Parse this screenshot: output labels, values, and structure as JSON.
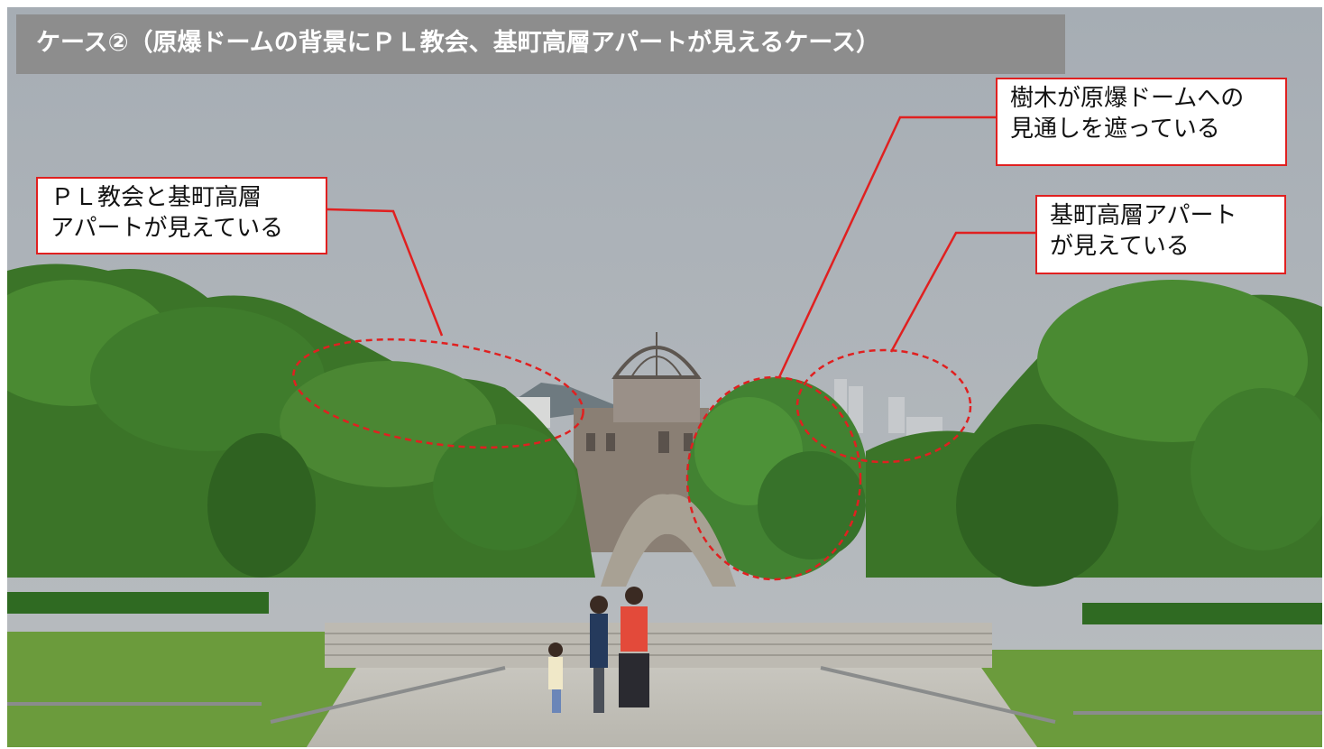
{
  "title": "ケース②（原爆ドームの背景にＰＬ教会、基町高層アパートが見えるケース）",
  "callouts": {
    "left": {
      "lines": [
        "ＰＬ教会と基町高層",
        "アパートが見えている"
      ]
    },
    "trees": {
      "lines": [
        "樹木が原爆ドームへの",
        "見通しを遮っている"
      ]
    },
    "right": {
      "lines": [
        "基町高層アパート",
        "が見えている"
      ]
    }
  },
  "colors": {
    "annotation_red": "#e02020",
    "title_bg": "#8d8d8d",
    "sky": "#aab0b6",
    "foliage": "#3e7a2c",
    "lawn": "#6a9a3a",
    "plaza": "#c9c6be"
  }
}
